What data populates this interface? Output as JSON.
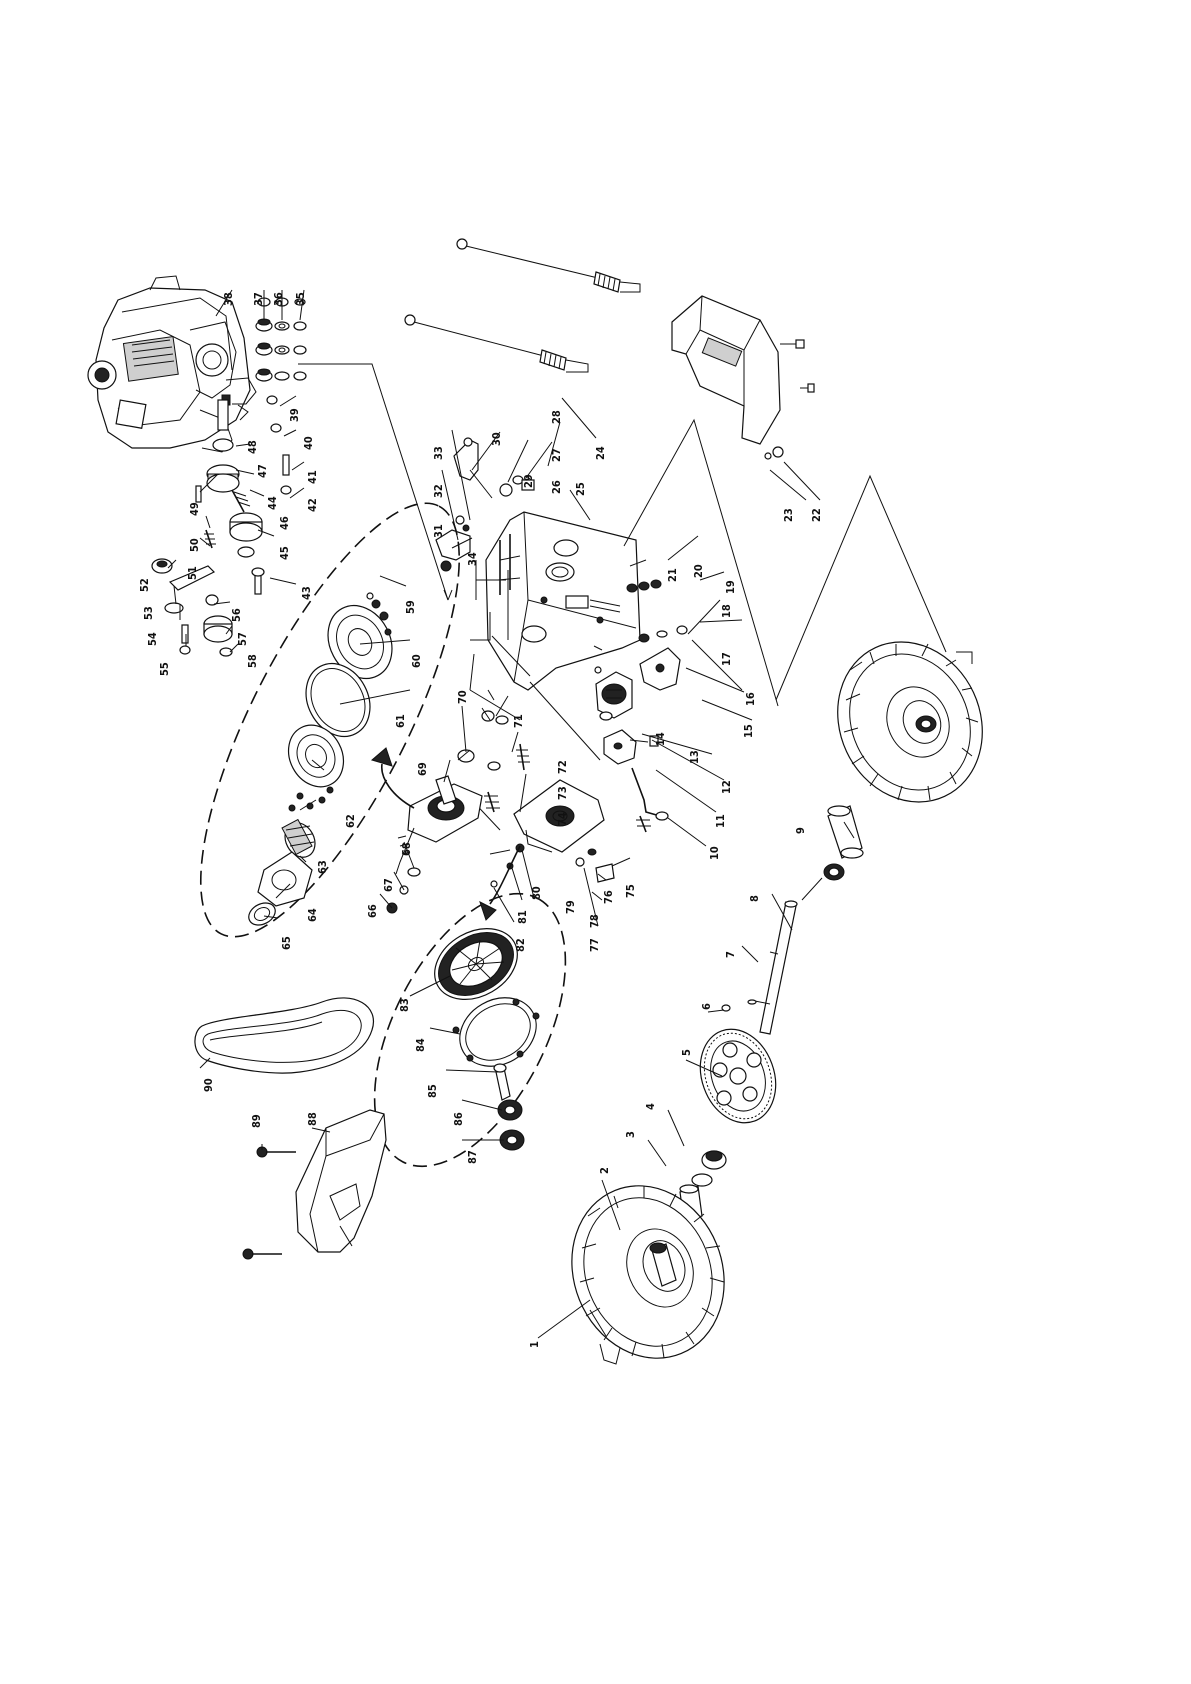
{
  "callouts": [
    "1",
    "2",
    "3",
    "4",
    "5",
    "6",
    "7",
    "8",
    "9",
    "10",
    "11",
    "12",
    "13",
    "14",
    "15",
    "16",
    "17",
    "18",
    "19",
    "20",
    "21",
    "22",
    "23",
    "24",
    "25",
    "26",
    "27",
    "28",
    "29",
    "30",
    "31",
    "32",
    "33",
    "34",
    "35",
    "36",
    "37",
    "38",
    "39",
    "40",
    "41",
    "42",
    "43",
    "44",
    "45",
    "46",
    "47",
    "48",
    "49",
    "50",
    "51",
    "52",
    "53",
    "54",
    "55",
    "56",
    "57",
    "58",
    "59",
    "60",
    "61",
    "62",
    "63",
    "64",
    "65",
    "66",
    "67",
    "68",
    "69",
    "70",
    "71",
    "72",
    "73",
    "74",
    "75",
    "76",
    "77",
    "78",
    "79",
    "80",
    "81",
    "82",
    "83",
    "84",
    "85",
    "86",
    "87",
    "88",
    "89",
    "90"
  ]
}
